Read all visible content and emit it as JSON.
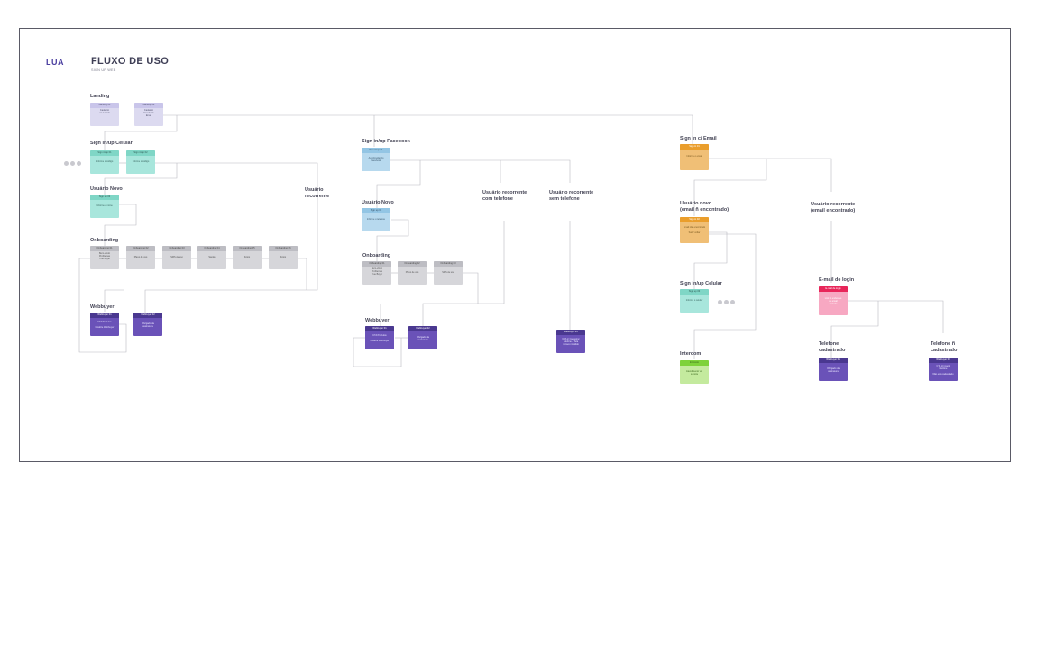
{
  "header": {
    "logo": "LUA",
    "title": "FLUXO DE USO",
    "subtitle": "SIGN UP WEB"
  },
  "colors": {
    "landing": "#dcdaf0",
    "landing_header": "#c9c5ea",
    "teal": "#a8e6dc",
    "teal_header": "#7fd6c6",
    "blue": "#b7d9ee",
    "blue_header": "#93c5e4",
    "gray": "#d6d6da",
    "gray_header": "#bdbdc3",
    "purple": "#6a52b8",
    "purple_header": "#4a3890",
    "orange": "#f0bf76",
    "orange_header": "#ea9e2c",
    "pink": "#f7a8c2",
    "pink_header": "#e8265a",
    "green": "#c4ea9e",
    "green_header": "#7ed23a",
    "line": "#b8b8c0"
  },
  "sections": {
    "landing": "Landing",
    "signup_celular": "Sign in/up Celular",
    "usuario_novo": "Usuário Novo",
    "onboarding": "Onboarding",
    "webbuyer": "Webbuyer",
    "usuario_recorrente": "Usuário\nrecorrente",
    "signup_facebook": "Sign in/up Facebook",
    "usuario_novo_fb": "Usuário Novo",
    "onboarding_fb": "Onboarding",
    "webbuyer_fb": "Webbuyer",
    "recorrente_com_tel": "Usuário recorrente\ncom telefone",
    "recorrente_sem_tel": "Usuário recorrente\nsem telefone",
    "sign_email": "Sign in c/ Email",
    "usuario_novo_email": "Usuário novo\n(email ñ encontrado)",
    "usuario_recorrente_email": "Usuário recorrente\n(email encontrado)",
    "signup_celular_2": "Sign in/up Celular",
    "intercom": "Intercom",
    "email_login": "E-mail de login",
    "telefone_cadastrado": "Telefone\ncadastrado",
    "telefone_nao_cadastrado": "Telefone  ñ\ncadastrado"
  },
  "cards": {
    "landing1": {
      "header": "Landing 01",
      "body": "Cadastro\nno teclado"
    },
    "landing2": {
      "header": "Landing 02",
      "body": "Cadastro\nFacebook\nEmail"
    },
    "cel1": {
      "header": "Sign in/up 01",
      "body": "Informe o código"
    },
    "cel2": {
      "header": "Sign in/up 02",
      "body": "Informe o código"
    },
    "novo1": {
      "header": "Sign up 03",
      "body": "Informe o nome"
    },
    "onb1": {
      "header": "Onboarding 01",
      "body": "Bem-vindo\nProblemas\nTrue Buyer"
    },
    "onb2": {
      "header": "Onboarding 02",
      "body": "Plano de uso"
    },
    "onb3": {
      "header": "Onboarding 03",
      "body": "SMS de uso"
    },
    "onb4": {
      "header": "Onboarding 04",
      "body": "Saúde"
    },
    "onb5": {
      "header": "Onboarding 05",
      "body": "Fotos"
    },
    "onb6": {
      "header": "Onboarding 06",
      "body": "Fotos"
    },
    "wb1": {
      "header": "Webbuyer 01",
      "body": "CTA Produtos\n\nFinalize Webbuyer"
    },
    "wb2": {
      "header": "Webbuyer 02",
      "body": "Obrigado da\nassinatura"
    },
    "fb1": {
      "header": "Sign in/up 01",
      "body": "Autorização do\nFacebook"
    },
    "fbnovo": {
      "header": "Sign up 03",
      "body": "Informe o telefone"
    },
    "fbonb1": {
      "header": "Onboarding 01",
      "body": "Bem-vindo\nProblemas\nTrue Buyer"
    },
    "fbonb2": {
      "header": "Onboarding 02",
      "body": "Plano de uso"
    },
    "fbonb3": {
      "header": "Onboarding 03",
      "body": "SMS de uso"
    },
    "fbwb1": {
      "header": "Webbuyer 01",
      "body": "CTA Produtos\n\nFinalize Webbuyer"
    },
    "fbwb2": {
      "header": "Webbuyer 02",
      "body": "Obrigado da\nassinatura"
    },
    "semtel": {
      "header": "Webbuyer 03",
      "body": "CTA p/ Cadastrar\ntelefone + Tela\nnúmero inválido"
    },
    "email1": {
      "header": "Sign in 01",
      "body": "Informe o email"
    },
    "emailnovo": {
      "header": "Sign in 02",
      "body": "Email não encontrado\n\nSair / voltar"
    },
    "cel3": {
      "header": "Sign up 03",
      "body": "Informe o celular"
    },
    "intercom": {
      "header": "Intercom",
      "body": "Atendimento via\nsuporte"
    },
    "emaillogin": {
      "header": "E-mail de login",
      "body": "Link p/ endereço\nde email\nenviado"
    },
    "telcad": {
      "header": "Webbuyer 02",
      "body": "Obrigado da\nassinatura"
    },
    "telnao": {
      "header": "Webbuyer 03",
      "body": "CTA p/ inserir\ntelefone\n\nNão está cadastrado"
    }
  }
}
